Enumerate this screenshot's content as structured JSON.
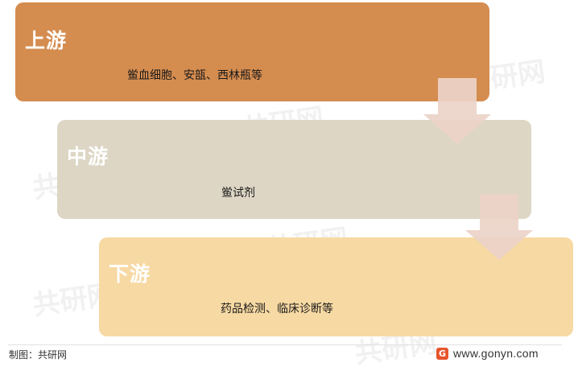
{
  "stages": [
    {
      "title": "上游",
      "desc": "鲎血细胞、安瓿、西林瓶等",
      "color": "#d58c4f"
    },
    {
      "title": "中游",
      "desc": "鲎试剂",
      "color": "#ddd6c5"
    },
    {
      "title": "下游",
      "desc": "药品检测、临床诊断等",
      "color": "#f7d9a3"
    }
  ],
  "arrow_color": "#ecd3c8",
  "footer": {
    "source": "制图：共研网",
    "site": "www.gonyn.com",
    "logo_letter": "G",
    "logo_color": "#e8542b"
  },
  "watermark": {
    "text": "共研网"
  }
}
